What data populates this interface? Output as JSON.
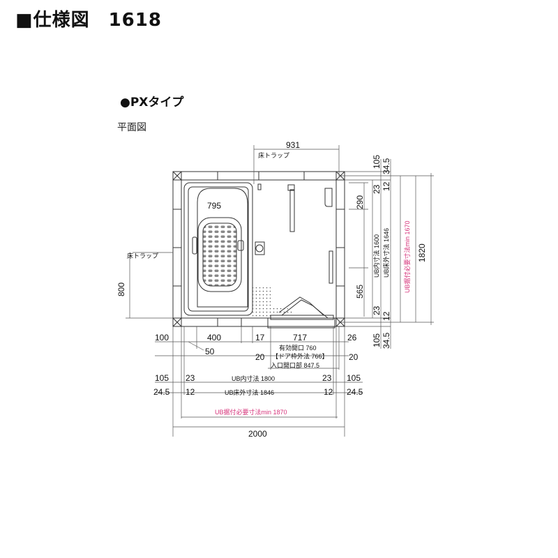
{
  "page_title": "■仕様図　1618",
  "type_title": "●PXタイプ",
  "view_label": "平面図",
  "labels": {
    "floor_trap_top": "床トラップ",
    "floor_trap_left": "床トラップ",
    "eff_opening": "有効開口 760",
    "door_outer": "【ドア枠外法 766】",
    "entrance_opening": "入口開口部 847.5",
    "ub_inner_w": "UB内寸法 1800",
    "ub_floor_outer_w": "UB床外寸法 1846",
    "ub_install_min_w": "UB据付必要寸法min 1870",
    "ub_inner_h": "UB内寸法 1600",
    "ub_floor_outer_h": "UB床外寸法 1646",
    "ub_install_min_h": "UB据付必要寸法min 1670"
  },
  "dims": {
    "d931": "931",
    "d105a": "105",
    "d34_5a": "34.5",
    "d23a": "23",
    "d12a": "12",
    "d1820": "1820",
    "d290": "290",
    "d565": "565",
    "d23b": "23",
    "d12b": "12",
    "d105b": "105",
    "d34_5b": "34.5",
    "d795": "795",
    "d800": "800",
    "d100": "100",
    "d400": "400",
    "d50": "50",
    "d17": "17",
    "d717": "717",
    "d26": "26",
    "d20l": "20",
    "d20r": "20",
    "d105l": "105",
    "d23l": "23",
    "d23r": "23",
    "d105r": "105",
    "d24_5l": "24.5",
    "d12l": "12",
    "d12r": "12",
    "d24_5r": "24.5",
    "d2000": "2000"
  },
  "colors": {
    "accent": "#d6337a",
    "line": "#333333"
  }
}
